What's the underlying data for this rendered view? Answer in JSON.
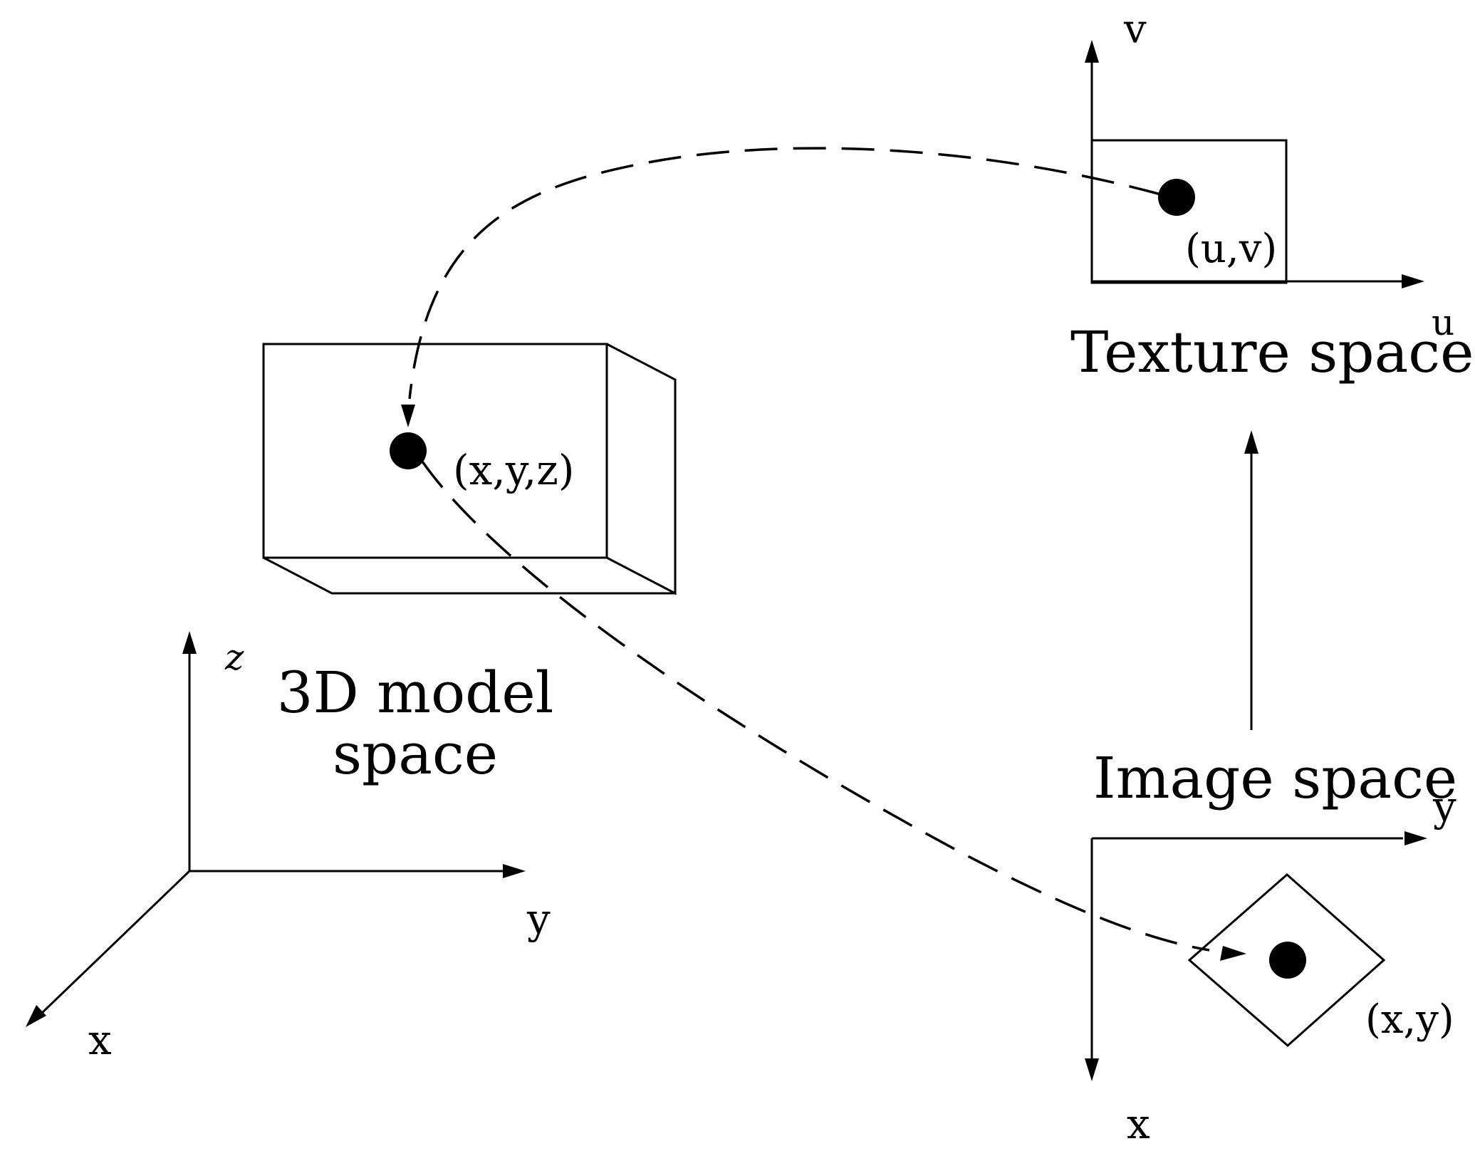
{
  "model_space": {
    "title_line1": "3D model",
    "title_line2": "space",
    "point_label": "(x,y,z)",
    "axis_x": "x",
    "axis_y": "y",
    "axis_z": "z"
  },
  "texture_space": {
    "title": "Texture space",
    "point_label": "(u,v)",
    "axis_u": "u",
    "axis_v": "v"
  },
  "image_space": {
    "title": "Image space",
    "point_label": "(x,y)",
    "axis_x": "x",
    "axis_y": "y"
  },
  "colors": {
    "stroke": "#000000",
    "background": "#ffffff"
  }
}
